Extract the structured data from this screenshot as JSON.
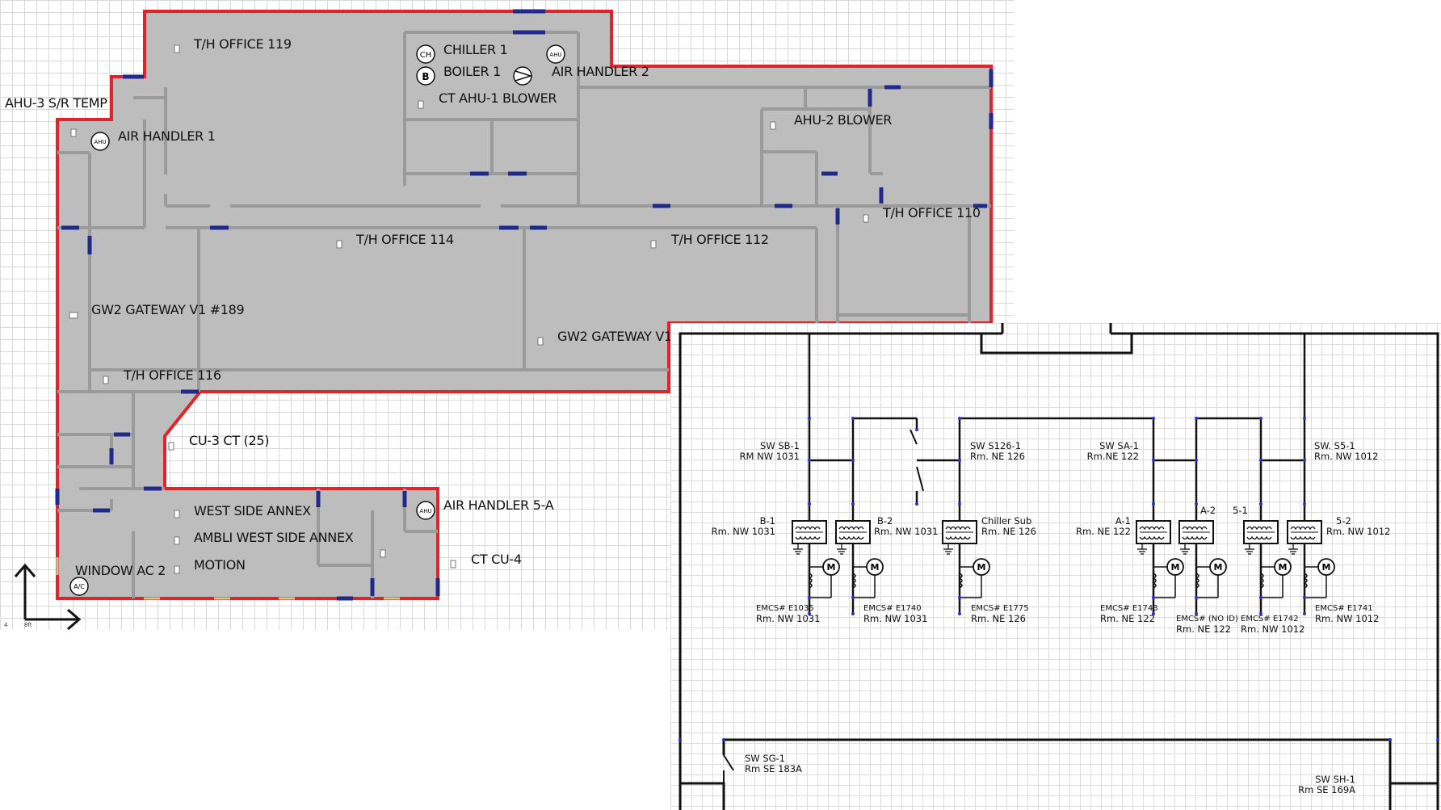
{
  "floor_plan": {
    "rooms": {
      "th_office_119": "T/H OFFICE 119",
      "chiller_1": "CHILLER 1",
      "boiler_1": "BOILER 1",
      "air_handler_2": "AIR HANDLER 2",
      "ct_ahu1_blower": "CT AHU-1 BLOWER",
      "ahu3_sr_temp": "AHU-3 S/R TEMP",
      "air_handler_1": "AIR HANDLER 1",
      "ahu2_blower": "AHU-2 BLOWER",
      "th_office_110": "T/H OFFICE 110",
      "th_office_114": "T/H OFFICE 114",
      "th_office_112": "T/H OFFICE 112",
      "gw2_gateway_189": "GW2 GATEWAY V1 #189",
      "gw2_gateway_v1": "GW2 GATEWAY V1",
      "th_office_116": "T/H OFFICE 116",
      "cu3_ct": "CU-3 CT (25)",
      "west_side_annex": "WEST SIDE ANNEX",
      "ambli_west_side_annex": "AMBLI WEST SIDE ANNEX",
      "motion": "MOTION",
      "air_handler_5a": "AIR HANDLER 5-A",
      "window_ac_2": "WINDOW AC 2",
      "ct_cu4": "CT CU-4"
    },
    "symbols": {
      "ch": "CH",
      "b": "B",
      "ahu": "AHU",
      "ac": "A/C"
    },
    "scale": {
      "left": "4",
      "right": "8ft"
    },
    "colors": {
      "floor": "#bdbdbd",
      "exterior_wall": "#e0242b",
      "interior_wall": "#9a9a9a",
      "door": "#1f2a8a"
    }
  },
  "single_line": {
    "switches": {
      "sb1_name": "SW SB-1",
      "sb1_room": "RM NW 1031",
      "s126_name": "SW S126-1",
      "s126_room": "Rm. NE 126",
      "sa1_name": "SW SA-1",
      "sa1_room": "Rm.NE 122",
      "s5_name": "SW. S5-1",
      "s5_room": "Rm. NW 1012",
      "sg1_name": "SW SG-1",
      "sg1_room": "Rm SE 183A",
      "sh1_name": "SW SH-1",
      "sh1_room": "Rm SE 169A"
    },
    "transformers": {
      "b1_name": "B-1",
      "b1_room": "Rm. NW 1031",
      "b2_name": "B-2",
      "b2_room": "Rm. NW 1031",
      "chiller_name": "Chiller Sub",
      "chiller_room": "Rm. NE 126",
      "a1_name": "A-1",
      "a1_room": "Rm. NE 122",
      "a2_name": "A-2",
      "s51_name": "5-1",
      "s52_name": "5-2",
      "s52_room": "Rm. NW 1012"
    },
    "meters": {
      "m1_id": "EMCS# E1035",
      "m1_room": "Rm. NW 1031",
      "m2_id": "EMCS# E1740",
      "m2_room": "Rm. NW 1031",
      "m3_id": "EMCS# E1775",
      "m3_room": "Rm. NE 126",
      "m4_id": "EMCS# E1743",
      "m4_room": "Rm. NE 122",
      "m5_id": "EMCS# (NO ID)",
      "m5_room": "Rm. NE 122",
      "m6_id": "EMCS# E1742",
      "m6_room": "Rm. NW 1012",
      "m7_id": "EMCS# E1741",
      "m7_room": "Rm. NW 1012"
    },
    "motor_symbol": "M"
  }
}
